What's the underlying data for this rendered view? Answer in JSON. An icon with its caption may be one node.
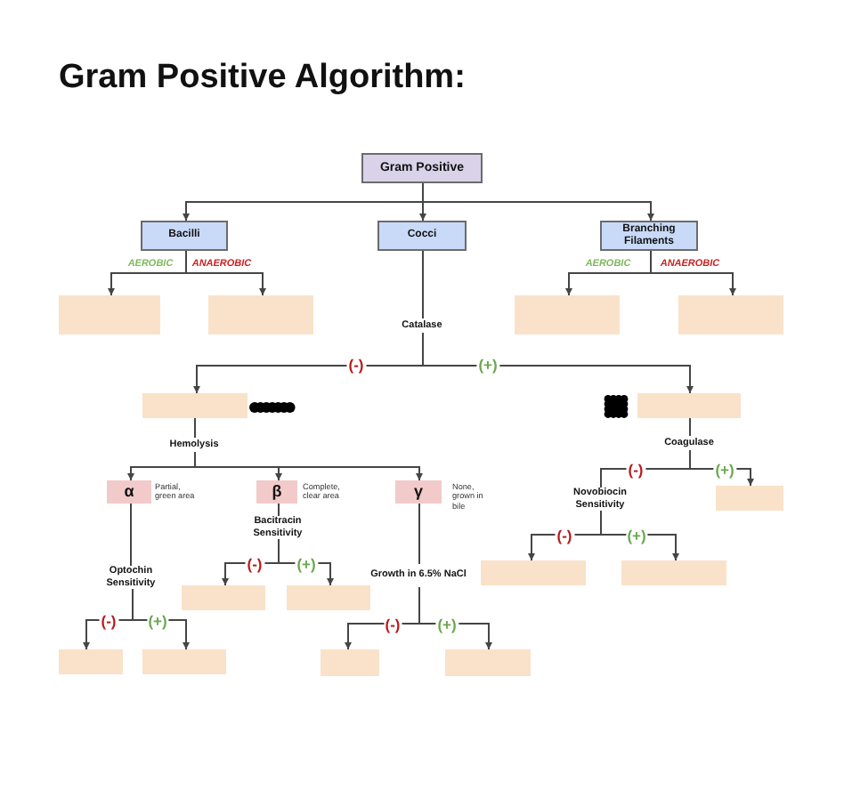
{
  "diagram": {
    "title": "Gram Positive Algorithm:",
    "nodes": [
      {
        "text": [
          "Gram Positive"
        ]
      },
      {
        "text": [
          "Bacilli"
        ]
      },
      {
        "text": [
          "Cocci"
        ]
      },
      {
        "text": [
          "Branching Filaments"
        ]
      },
      {
        "text": [],
        "shape": "box"
      },
      {
        "text": [],
        "shape": "box"
      },
      {
        "text": [],
        "shape": "box"
      },
      {
        "text": [],
        "shape": "box"
      },
      {
        "text": [
          "Catalase"
        ]
      },
      {
        "text": [],
        "shape": "box"
      },
      {
        "text": [],
        "shape": "box"
      },
      {
        "text": [
          "Hemolysis"
        ]
      },
      {
        "text": [
          "Coagulase"
        ]
      },
      {
        "text": [
          "α"
        ],
        "beside": [
          "Partial, green area"
        ]
      },
      {
        "text": [
          "β"
        ],
        "beside": [
          "Complete, clear area"
        ]
      },
      {
        "text": [
          "γ"
        ],
        "beside": [
          "None, grown in bile"
        ]
      },
      {
        "text": [
          "Novobiocin Sensitivity"
        ]
      },
      {
        "text": [],
        "shape": "box"
      },
      {
        "text": [
          "Bacitracin Sensitivity"
        ]
      },
      {
        "text": [],
        "shape": "box"
      },
      {
        "text": [],
        "shape": "box"
      },
      {
        "text": [
          "Optochin Sensitivity"
        ]
      },
      {
        "text": [
          "Growth in 6.5% NaCl"
        ]
      },
      {
        "text": [],
        "shape": "box"
      },
      {
        "text": [],
        "shape": "box"
      },
      {
        "text": [],
        "shape": "box"
      },
      {
        "text": [],
        "shape": "box"
      },
      {
        "text": [],
        "shape": "box"
      },
      {
        "text": [],
        "shape": "box"
      }
    ],
    "edges": [
      {
        "from": 0,
        "to": 1,
        "arrow": "to"
      },
      {
        "from": 0,
        "to": 2,
        "arrow": "to"
      },
      {
        "from": 0,
        "to": 3,
        "arrow": "to"
      },
      {
        "from": 1,
        "to": 4,
        "arrow": "to",
        "label": "AEROBIC"
      },
      {
        "from": 1,
        "to": 5,
        "arrow": "to",
        "label": "ANAEROBIC"
      },
      {
        "from": 3,
        "to": 6,
        "arrow": "to",
        "label": "AEROBIC"
      },
      {
        "from": 3,
        "to": 7,
        "arrow": "to",
        "label": "ANAEROBIC"
      },
      {
        "from": 2,
        "to": 8,
        "arrow": "none"
      },
      {
        "from": 8,
        "to": 9,
        "arrow": "to",
        "label": "(-)"
      },
      {
        "from": 8,
        "to": 10,
        "arrow": "to",
        "label": "(+)"
      },
      {
        "from": 9,
        "to": 11,
        "arrow": "none"
      },
      {
        "from": 10,
        "to": 12,
        "arrow": "none"
      },
      {
        "from": 11,
        "to": 13,
        "arrow": "to"
      },
      {
        "from": 11,
        "to": 14,
        "arrow": "to"
      },
      {
        "from": 11,
        "to": 15,
        "arrow": "to"
      },
      {
        "from": 12,
        "to": 16,
        "arrow": "none",
        "label": "(-)"
      },
      {
        "from": 12,
        "to": 17,
        "arrow": "to",
        "label": "(+)"
      },
      {
        "from": 14,
        "to": 18,
        "arrow": "none"
      },
      {
        "from": 16,
        "to": 19,
        "arrow": "to",
        "label": "(-)"
      },
      {
        "from": 16,
        "to": 20,
        "arrow": "to",
        "label": "(+)"
      },
      {
        "from": 13,
        "to": 21,
        "arrow": "none"
      },
      {
        "from": 15,
        "to": 22,
        "arrow": "none"
      },
      {
        "from": 18,
        "to": 23,
        "arrow": "to",
        "label": "(-)"
      },
      {
        "from": 18,
        "to": 24,
        "arrow": "to",
        "label": "(+)"
      },
      {
        "from": 21,
        "to": 25,
        "arrow": "to",
        "label": "(-)"
      },
      {
        "from": 21,
        "to": 26,
        "arrow": "to",
        "label": "(+)"
      },
      {
        "from": 22,
        "to": 27,
        "arrow": "to",
        "label": "(-)"
      },
      {
        "from": 22,
        "to": 28,
        "arrow": "to",
        "label": "(+)"
      }
    ]
  }
}
